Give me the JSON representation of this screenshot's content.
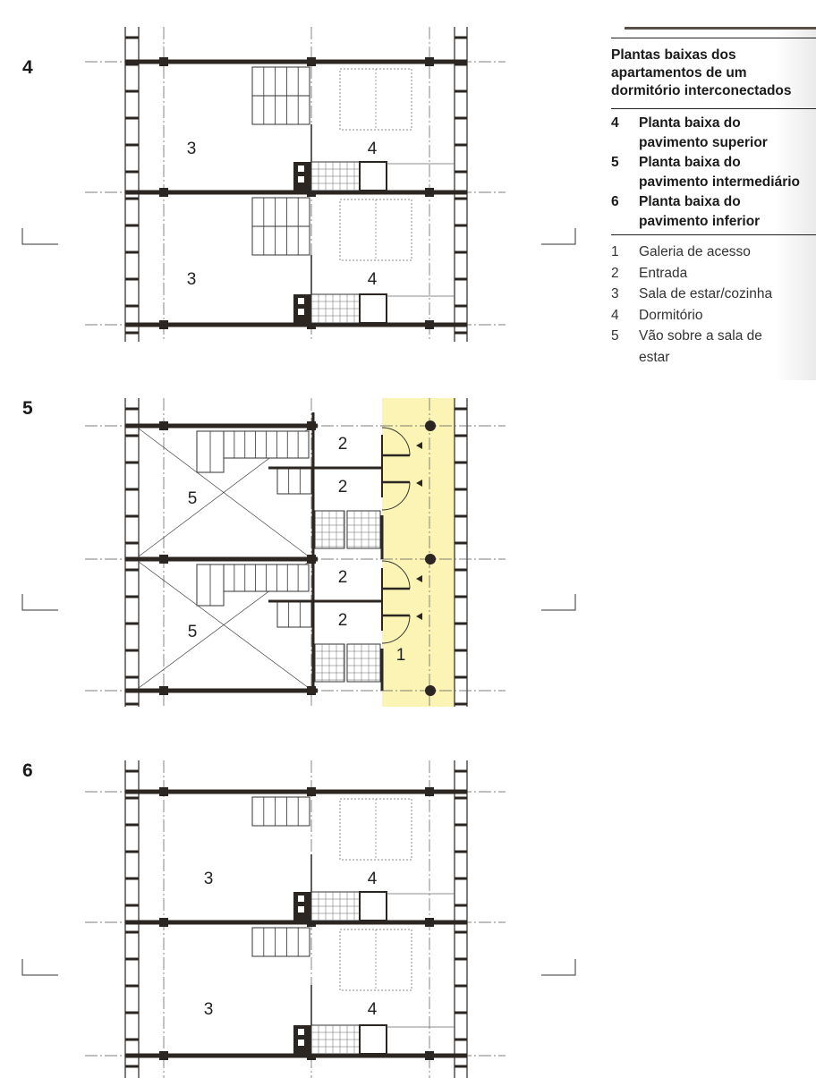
{
  "plans": [
    {
      "number": "4",
      "type": "upper",
      "rooms": [
        "3",
        "4",
        "3",
        "4"
      ]
    },
    {
      "number": "5",
      "type": "middle",
      "rooms": [
        "5",
        "2",
        "2",
        "5",
        "2",
        "2",
        "1"
      ]
    },
    {
      "number": "6",
      "type": "lower",
      "rooms": [
        "3",
        "4",
        "3",
        "4"
      ]
    }
  ],
  "legend": {
    "title": [
      "Plantas baixas dos",
      "apartamentos de um",
      "dormitório interconectados"
    ],
    "plans": [
      {
        "n": "4",
        "line1": "Planta baixa do",
        "line2": "pavimento superior"
      },
      {
        "n": "5",
        "line1": "Planta baixa do",
        "line2": "pavimento intermediário"
      },
      {
        "n": "6",
        "line1": "Planta baixa do",
        "line2": "pavimento inferior"
      }
    ],
    "rooms": [
      {
        "n": "1",
        "label": "Galeria de acesso"
      },
      {
        "n": "2",
        "label": "Entrada"
      },
      {
        "n": "3",
        "label": "Sala de estar/cozinha"
      },
      {
        "n": "4",
        "label": "Dormitório"
      },
      {
        "n": "5",
        "label": "Vão sobre a sala de",
        "label2": "estar"
      }
    ]
  },
  "colors": {
    "gallery": "#fbf4b5",
    "wall": "#2b2622"
  }
}
